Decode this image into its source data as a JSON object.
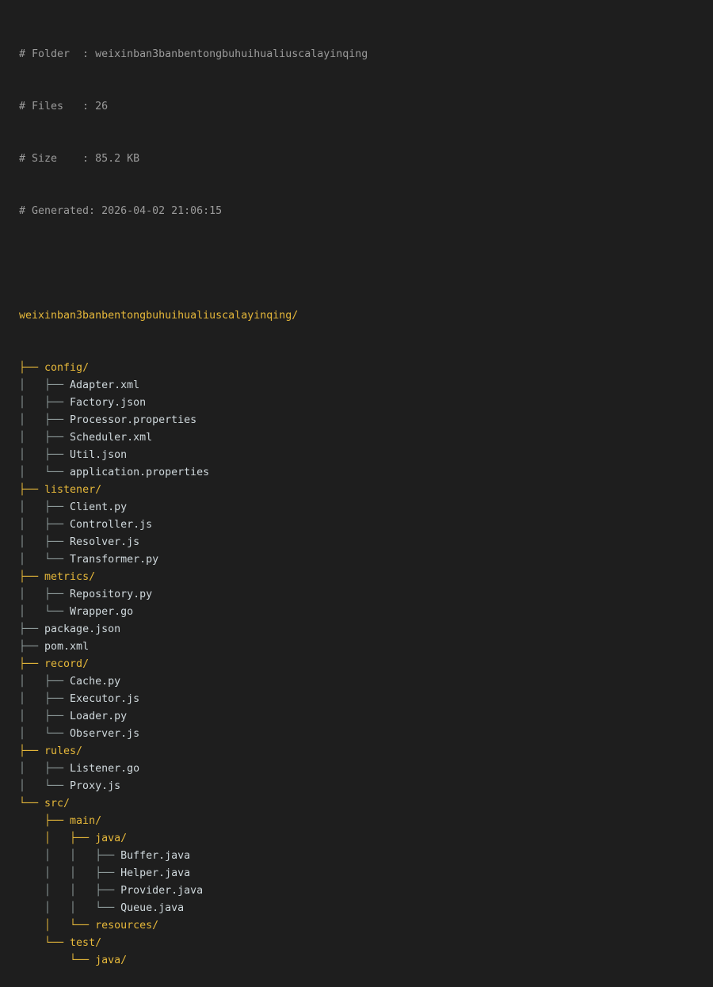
{
  "header": {
    "folder_line": "# Folder  : weixinban3banbentongbuhuihualiuscalayinqing",
    "files_line": "# Files   : 26",
    "size_line": "# Size    : 85.2 KB",
    "generated_line": "# Generated: 2026-04-02 21:06:15"
  },
  "colors": {
    "background": "#1e1e1e",
    "meta": "#9b9b9b",
    "directory": "#e6b83a",
    "file": "#cfd8dc",
    "connector": "#8e9b9b"
  },
  "tree": {
    "root": "weixinban3banbentongbuhuihualiuscalayinqing/",
    "lines": [
      {
        "prefix": "├── ",
        "name": "config/",
        "type": "dir"
      },
      {
        "prefix": "│   ├── ",
        "name": "Adapter.xml",
        "type": "file"
      },
      {
        "prefix": "│   ├── ",
        "name": "Factory.json",
        "type": "file"
      },
      {
        "prefix": "│   ├── ",
        "name": "Processor.properties",
        "type": "file"
      },
      {
        "prefix": "│   ├── ",
        "name": "Scheduler.xml",
        "type": "file"
      },
      {
        "prefix": "│   ├── ",
        "name": "Util.json",
        "type": "file"
      },
      {
        "prefix": "│   └── ",
        "name": "application.properties",
        "type": "file"
      },
      {
        "prefix": "├── ",
        "name": "listener/",
        "type": "dir"
      },
      {
        "prefix": "│   ├── ",
        "name": "Client.py",
        "type": "file"
      },
      {
        "prefix": "│   ├── ",
        "name": "Controller.js",
        "type": "file"
      },
      {
        "prefix": "│   ├── ",
        "name": "Resolver.js",
        "type": "file"
      },
      {
        "prefix": "│   └── ",
        "name": "Transformer.py",
        "type": "file"
      },
      {
        "prefix": "├── ",
        "name": "metrics/",
        "type": "dir"
      },
      {
        "prefix": "│   ├── ",
        "name": "Repository.py",
        "type": "file"
      },
      {
        "prefix": "│   └── ",
        "name": "Wrapper.go",
        "type": "file"
      },
      {
        "prefix": "├── ",
        "name": "package.json",
        "type": "file"
      },
      {
        "prefix": "├── ",
        "name": "pom.xml",
        "type": "file"
      },
      {
        "prefix": "├── ",
        "name": "record/",
        "type": "dir"
      },
      {
        "prefix": "│   ├── ",
        "name": "Cache.py",
        "type": "file"
      },
      {
        "prefix": "│   ├── ",
        "name": "Executor.js",
        "type": "file"
      },
      {
        "prefix": "│   ├── ",
        "name": "Loader.py",
        "type": "file"
      },
      {
        "prefix": "│   └── ",
        "name": "Observer.js",
        "type": "file"
      },
      {
        "prefix": "├── ",
        "name": "rules/",
        "type": "dir"
      },
      {
        "prefix": "│   ├── ",
        "name": "Listener.go",
        "type": "file"
      },
      {
        "prefix": "│   └── ",
        "name": "Proxy.js",
        "type": "file"
      },
      {
        "prefix": "└── ",
        "name": "src/",
        "type": "dir"
      },
      {
        "prefix": "    ├── ",
        "name": "main/",
        "type": "dir"
      },
      {
        "prefix": "    │   ├── ",
        "name": "java/",
        "type": "dir"
      },
      {
        "prefix": "    │   │   ├── ",
        "name": "Buffer.java",
        "type": "file"
      },
      {
        "prefix": "    │   │   ├── ",
        "name": "Helper.java",
        "type": "file"
      },
      {
        "prefix": "    │   │   ├── ",
        "name": "Provider.java",
        "type": "file"
      },
      {
        "prefix": "    │   │   └── ",
        "name": "Queue.java",
        "type": "file"
      },
      {
        "prefix": "    │   └── ",
        "name": "resources/",
        "type": "dir"
      },
      {
        "prefix": "    └── ",
        "name": "test/",
        "type": "dir"
      },
      {
        "prefix": "        └── ",
        "name": "java/",
        "type": "dir"
      }
    ]
  }
}
